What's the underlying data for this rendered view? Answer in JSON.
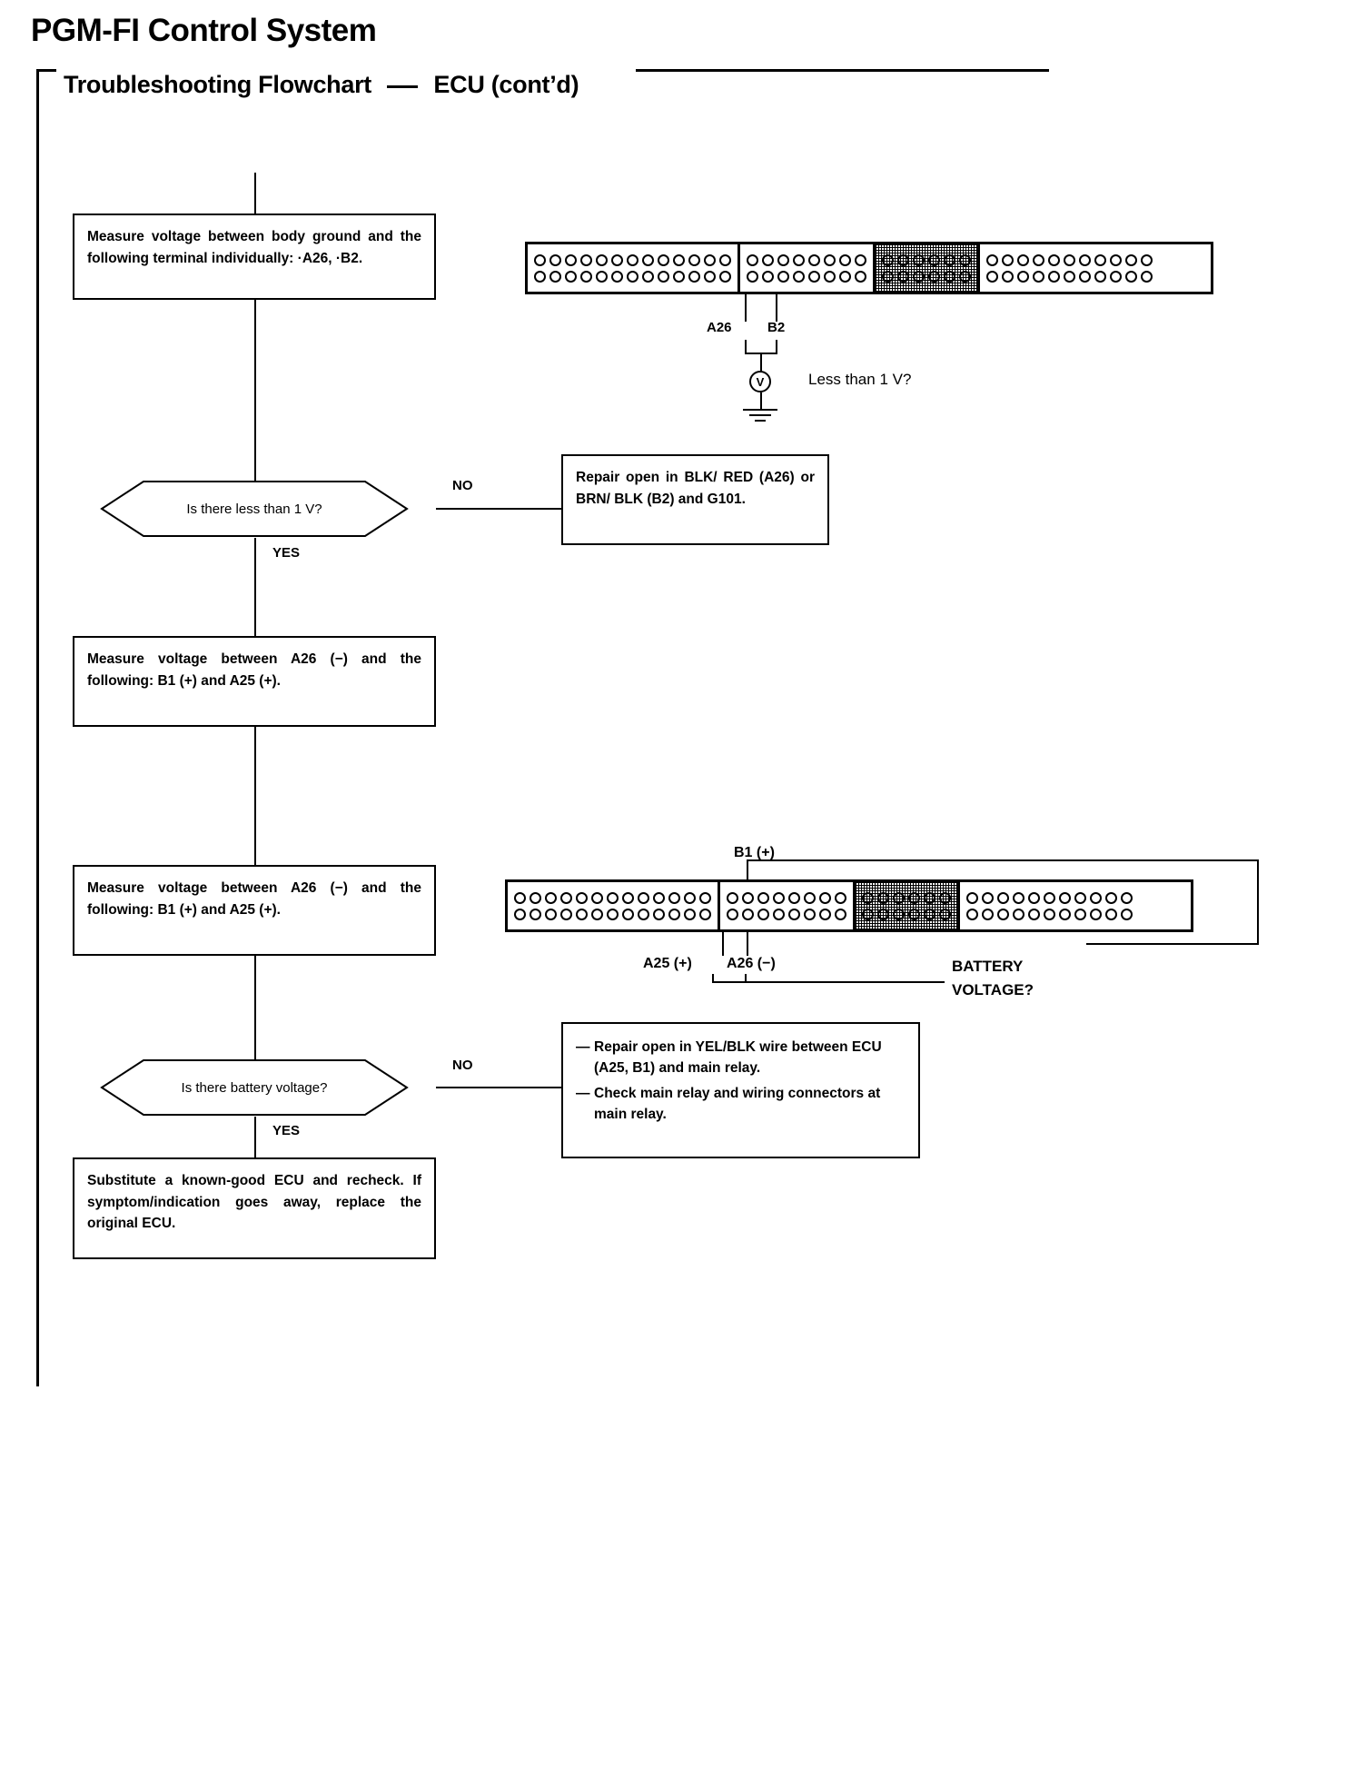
{
  "header": {
    "title": "PGM-FI Control System",
    "subtitle_left": "Troubleshooting Flowchart",
    "subtitle_right": "ECU (cont’d)"
  },
  "flow": {
    "step1": "Measure voltage between body ground and the following terminal individually: ·A26, ·B2.",
    "decision1": "Is there less than 1 V?",
    "repair1": "Repair open in BLK/ RED (A26) or BRN/ BLK (B2) and G101.",
    "step2": "Measure voltage between A26 (−) and the following: B1 (+) and A25 (+).",
    "step3": "Measure voltage between A26 (−) and the following: B1 (+) and A25 (+).",
    "decision2": "Is there battery voltage?",
    "repair2_items": [
      "Repair open in YEL/BLK wire between ECU (A25, B1) and main relay.",
      "Check main relay and wiring connectors at main relay."
    ],
    "step4": "Substitute a known-good ECU and recheck. If symptom/indication goes away, replace the original ECU.",
    "yes": "YES",
    "no": "NO"
  },
  "connector_top": {
    "label_a26": "A26",
    "label_b2": "B2",
    "meter_symbol": "V",
    "question": "Less than 1 V?",
    "groups": [
      {
        "pins_per_row": 13,
        "rows": 2,
        "shaded": false
      },
      {
        "pins_per_row": 8,
        "rows": 2,
        "shaded": false
      },
      {
        "pins_per_row": 6,
        "rows": 2,
        "shaded": true
      },
      {
        "pins_per_row": 11,
        "rows": 2,
        "shaded": false
      }
    ]
  },
  "connector_bottom": {
    "label_b1": "B1 (+)",
    "label_a25": "A25 (+)",
    "label_a26": "A26 (−)",
    "battery_line1": "BATTERY",
    "battery_line2": "VOLTAGE?",
    "groups": [
      {
        "pins_per_row": 13,
        "rows": 2,
        "shaded": false
      },
      {
        "pins_per_row": 8,
        "rows": 2,
        "shaded": false
      },
      {
        "pins_per_row": 6,
        "rows": 2,
        "shaded": true
      },
      {
        "pins_per_row": 11,
        "rows": 2,
        "shaded": false
      }
    ]
  },
  "colors": {
    "ink": "#000000",
    "paper": "#ffffff"
  }
}
